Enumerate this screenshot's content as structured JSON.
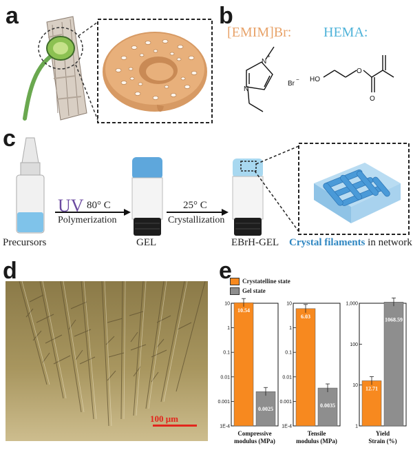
{
  "panels": {
    "a": "a",
    "b": "b",
    "c": "c",
    "d": "d",
    "e": "e"
  },
  "panel_b": {
    "emim_label": "[EMIM]Br:",
    "hema_label": "HEMA:",
    "n_plus": "N",
    "plus": "+",
    "n": "N",
    "br": "Br",
    "minus": "−",
    "ho": "HO",
    "o": "O",
    "o2": "O"
  },
  "panel_c": {
    "uv": "UV",
    "temp1": "80° C",
    "step1": "Polymerization",
    "temp2": "25° C",
    "step2": "Crystallization",
    "precursors": "Precursors",
    "gel": "GEL",
    "ebrh_gel": "EBrH-GEL",
    "crystal_highlight": "Crystal filaments",
    "crystal_rest": " in network"
  },
  "panel_d": {
    "scale_bar": "100 μm"
  },
  "chart_data": [
    {
      "type": "bar",
      "ylabel_lines": [
        "Compressive",
        "modulus (MPa)"
      ],
      "yscale": "log",
      "ylim": [
        0.0001,
        10
      ],
      "ticks": [
        "10",
        "1",
        "0.1",
        "0.01",
        "0.001",
        "1E-4"
      ],
      "series": [
        {
          "name": "Crystatelline state",
          "value": 10.54,
          "label": "10.54"
        },
        {
          "name": "Gel state",
          "value": 0.0025,
          "label": "0.0025"
        }
      ]
    },
    {
      "type": "bar",
      "ylabel_lines": [
        "Tensile",
        "modulus (MPa)"
      ],
      "yscale": "log",
      "ylim": [
        0.0001,
        10
      ],
      "ticks": [
        "10",
        "1",
        "0.1",
        "0.01",
        "0.001",
        "1E-4"
      ],
      "series": [
        {
          "name": "Crystatelline state",
          "value": 6.03,
          "label": "6.03"
        },
        {
          "name": "Gel state",
          "value": 0.0035,
          "label": "0.0035"
        }
      ]
    },
    {
      "type": "bar",
      "ylabel_lines": [
        "Yield",
        "Strain (%)"
      ],
      "yscale": "log",
      "ylim": [
        1,
        1000
      ],
      "ticks": [
        "1,000",
        "100",
        "10",
        "1"
      ],
      "series": [
        {
          "name": "Crystatelline state",
          "value": 12.71,
          "label": "12.71"
        },
        {
          "name": "Gel state",
          "value": 1068.59,
          "label": "1068.59"
        }
      ]
    }
  ],
  "legend": {
    "items": [
      {
        "label": "Crystatelline state",
        "color": "#f7891f"
      },
      {
        "label": "Gel state",
        "color": "#8e8e8e"
      }
    ]
  },
  "colors": {
    "orange": "#f7891f",
    "gray": "#8e8e8e",
    "hema": "#4fb3d9",
    "emim": "#e8a36a",
    "uv": "#6b4aa0"
  }
}
